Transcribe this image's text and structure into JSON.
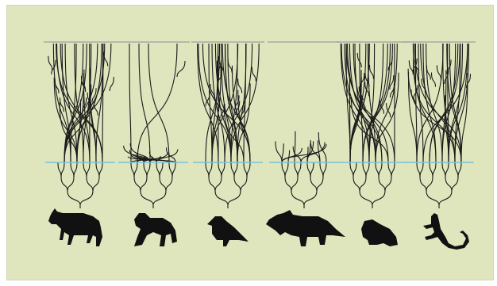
{
  "figure": {
    "background_color": "#dfe5bd",
    "border_color": "#cfd6b9",
    "present_line_color": "#a7aba7",
    "boundary_line_color": "#78c3d8",
    "tree_color": "#1a1a1a",
    "silhouette_color": "#111111"
  },
  "panels": [
    {
      "name": "mammal",
      "silhouette_icon": "wolf-icon",
      "survives": true,
      "crown_density": "high"
    },
    {
      "name": "primate",
      "silhouette_icon": "chimpanzee-icon",
      "survives": true,
      "crown_density": "low"
    },
    {
      "name": "bird",
      "silhouette_icon": "bird-icon",
      "survives": true,
      "crown_density": "high"
    },
    {
      "name": "dinosaur",
      "silhouette_icon": "triceratops-icon",
      "survives": false,
      "crown_density": "none"
    },
    {
      "name": "amphibian",
      "silhouette_icon": "frog-icon",
      "survives": true,
      "crown_density": "high"
    },
    {
      "name": "reptile",
      "silhouette_icon": "lizard-icon",
      "survives": true,
      "crown_density": "high"
    }
  ]
}
